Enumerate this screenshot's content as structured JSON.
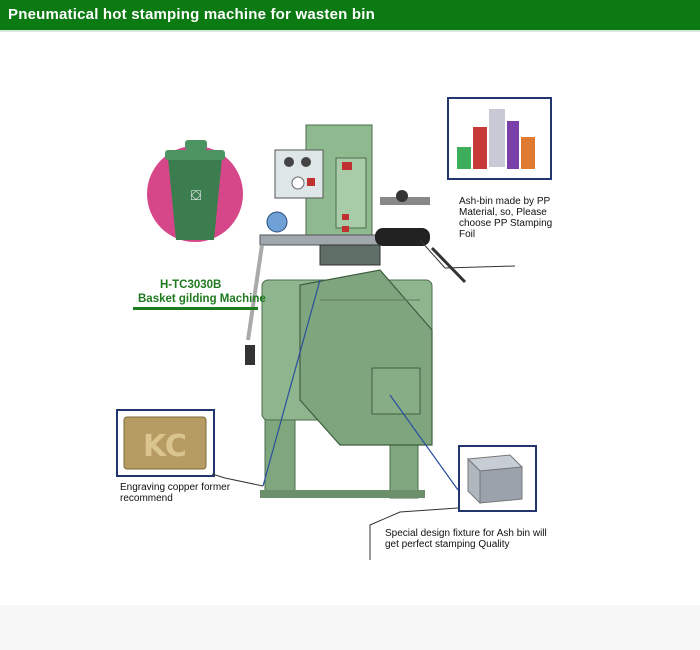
{
  "header": {
    "title": "Pneumatical hot stamping machine for wasten bin"
  },
  "product": {
    "model": "H-TC3030B",
    "name": "Basket gilding Machine"
  },
  "captions": {
    "foil": "Ash-bin made by PP Material, so, Please choose PP Stamping Foil",
    "copper": "Engraving copper former recommend",
    "fixture": "Special design fixture for Ash bin will get perfect stamping Quality"
  },
  "colors": {
    "brand_green": "#0c7a12",
    "box_border": "#23356e",
    "model_text": "#1f7a1f"
  }
}
